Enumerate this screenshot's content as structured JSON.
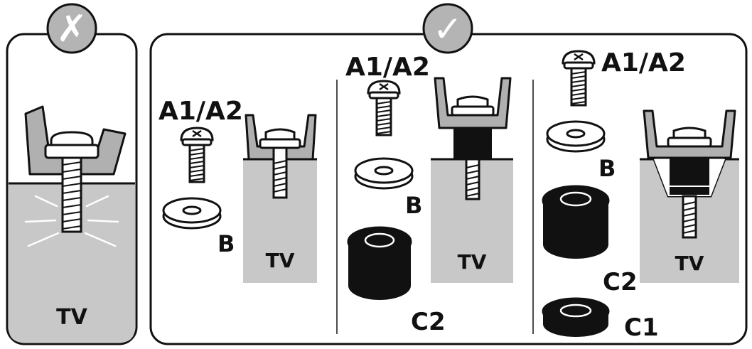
{
  "colors": {
    "tv_fill": "#c8c8c8",
    "bracket_fill": "#b0b0b0",
    "spacer_fill": "#111111",
    "outline": "#111111",
    "badge_fill": "#b4b4b4"
  },
  "icons": {
    "incorrect": "cross-icon",
    "correct": "check-icon"
  },
  "wrong_panel": {
    "symbol": "✗",
    "tv_label": "TV"
  },
  "right_panel": {
    "symbol": "✓",
    "column_1": {
      "screw_label": "A1/A2",
      "washer_label": "B",
      "tv_label": "TV"
    },
    "column_2": {
      "screw_label": "A1/A2",
      "washer_label": "B",
      "spacer_label": "C2",
      "tv_label": "TV"
    },
    "column_3": {
      "screw_label": "A1/A2",
      "washer_label": "B",
      "spacer_large_label": "C2",
      "spacer_small_label": "C1",
      "tv_label": "TV"
    }
  }
}
